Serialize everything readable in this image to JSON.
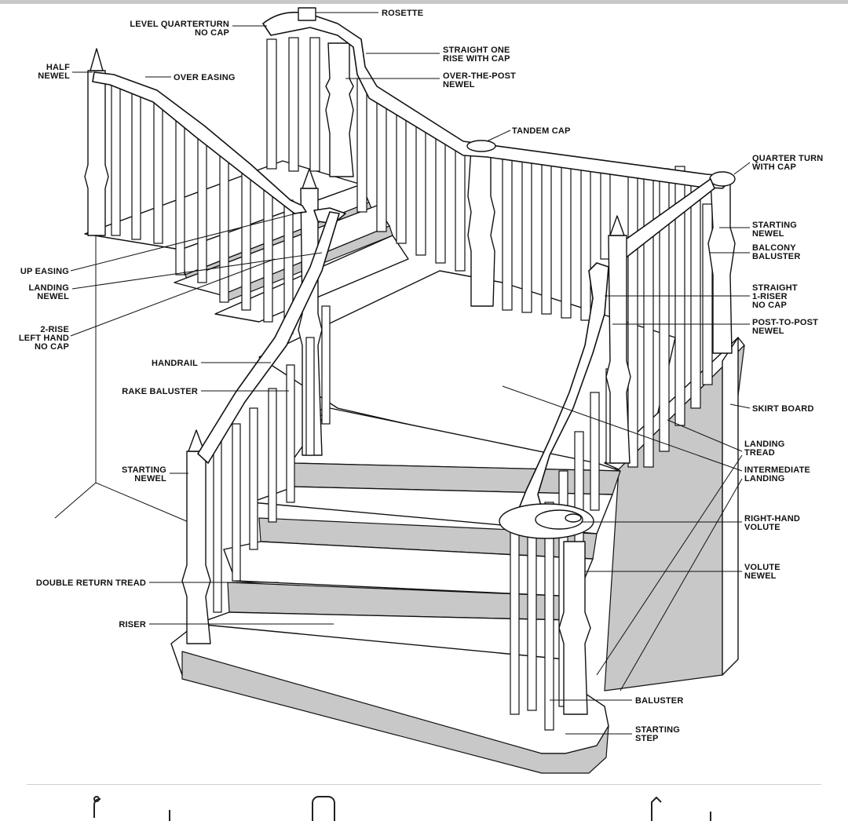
{
  "diagram": {
    "labels": {
      "rosette": "ROSETTE",
      "level_quarterturn": [
        "LEVEL QUARTERTURN",
        "NO CAP"
      ],
      "half_newel": [
        "HALF",
        "NEWEL"
      ],
      "over_easing": "OVER EASING",
      "straight_one_rise": [
        "STRAIGHT ONE",
        "RISE WITH CAP"
      ],
      "over_the_post_newel": [
        "OVER-THE-POST",
        "NEWEL"
      ],
      "tandem_cap": "TANDEM CAP",
      "quarter_turn_cap": [
        "QUARTER TURN",
        "WITH CAP"
      ],
      "starting_newel_right": [
        "STARTING",
        "NEWEL"
      ],
      "balcony_baluster": [
        "BALCONY",
        "BALUSTER"
      ],
      "straight_1_riser": [
        "STRAIGHT",
        "1-RISER",
        "NO CAP"
      ],
      "post_to_post_newel": [
        "POST-TO-POST",
        "NEWEL"
      ],
      "up_easing": "UP EASING",
      "landing_newel": [
        "LANDING",
        "NEWEL"
      ],
      "two_rise_left_hand": [
        "2-RISE",
        "LEFT HAND",
        "NO CAP"
      ],
      "handrail": "HANDRAIL",
      "rake_baluster": "RAKE BALUSTER",
      "skirt_board": "SKIRT BOARD",
      "landing_tread": [
        "LANDING",
        "TREAD"
      ],
      "intermediate_landing": [
        "INTERMEDIATE",
        "LANDING"
      ],
      "starting_newel_left": [
        "STARTING",
        "NEWEL"
      ],
      "right_hand_volute": [
        "RIGHT-HAND",
        "VOLUTE"
      ],
      "volute_newel": [
        "VOLUTE",
        "NEWEL"
      ],
      "double_return_tread": "DOUBLE RETURN TREAD",
      "riser": "RISER",
      "baluster": "BALUSTER",
      "starting_step": [
        "STARTING",
        "STEP"
      ]
    }
  },
  "nav": {
    "icons": [
      "share-icon",
      "tabs-icon",
      "bookmark-icon"
    ]
  }
}
